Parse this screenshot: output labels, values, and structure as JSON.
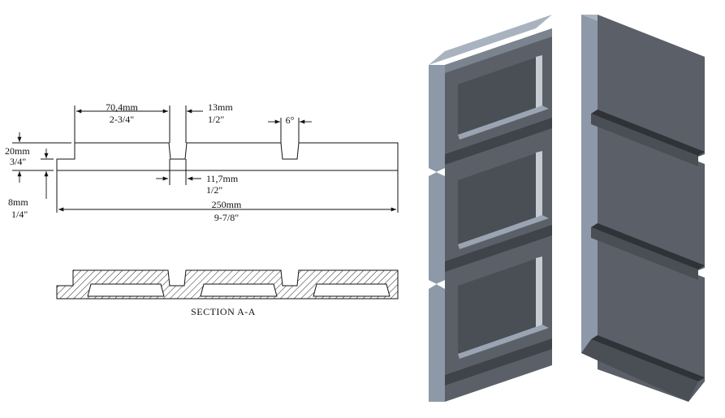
{
  "dimensions": {
    "width_top": {
      "metric": "70,4mm",
      "imperial": "2-3/4\""
    },
    "slot_top": {
      "metric": "13mm",
      "imperial": "1/2\""
    },
    "angle": {
      "value": "6°"
    },
    "thickness": {
      "metric": "20mm",
      "imperial": "3/4\""
    },
    "slot_bottom": {
      "metric": "11,7mm",
      "imperial": "1/2\""
    },
    "lip": {
      "metric": "8mm",
      "imperial": "1/4\""
    },
    "total_width": {
      "metric": "250mm",
      "imperial": "9-7/8\""
    }
  },
  "section": {
    "label": "SECTION  A-A"
  },
  "colors": {
    "line": "#111111",
    "panel_front": "#5b6068",
    "panel_side": "#8d98a8",
    "panel_top": "#a9b3c0",
    "panel_dark": "#3f434a",
    "panel_groove": "#4a4e55"
  }
}
